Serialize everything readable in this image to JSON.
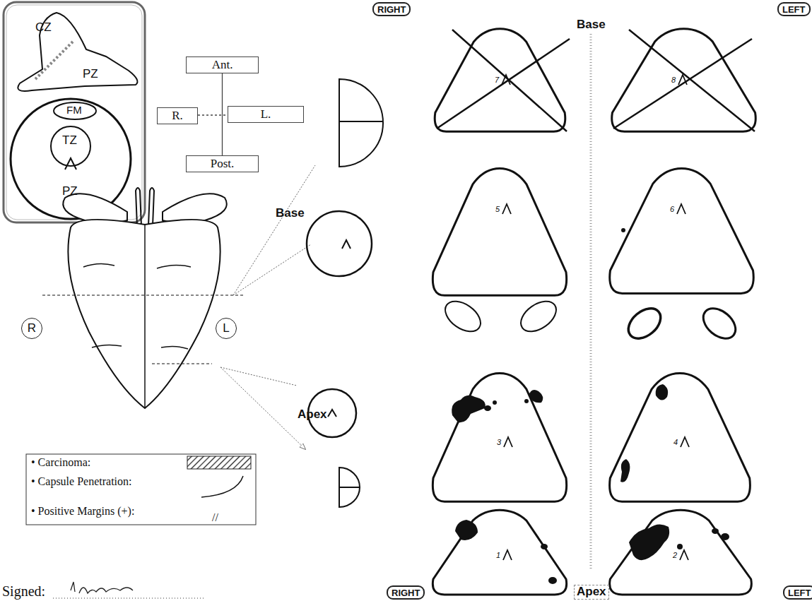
{
  "diagram": {
    "nodes": [
      {
        "text": [
          "RIGHT"
        ]
      },
      {
        "text": [
          "LEFT"
        ]
      },
      {
        "text": [
          "Ant."
        ]
      },
      {
        "text": [
          "R."
        ]
      },
      {
        "text": [
          "L."
        ]
      },
      {
        "text": [
          "Post."
        ]
      },
      {
        "text": [
          "R"
        ]
      },
      {
        "text": [
          "L"
        ]
      },
      {
        "text": [
          "RIGHT"
        ]
      },
      {
        "text": [
          "LEFT"
        ]
      }
    ],
    "edges": [
      {
        "from": 2,
        "to": 5,
        "arrow": "none"
      },
      {
        "from": 3,
        "to": 4,
        "arrow": "none"
      }
    ],
    "labels": [
      "CZ",
      "PZ",
      "FM",
      "TZ",
      "PZ",
      "Base",
      "Apex",
      "Base",
      "Apex",
      "7",
      "8",
      "5",
      "6",
      "3",
      "4",
      "1",
      "2",
      "//",
      "Signed:"
    ],
    "legend": [
      {
        "text": "Carcinoma:"
      },
      {
        "text": "Capsule Penetration:"
      },
      {
        "text": "Positive Margins (+):"
      }
    ]
  }
}
